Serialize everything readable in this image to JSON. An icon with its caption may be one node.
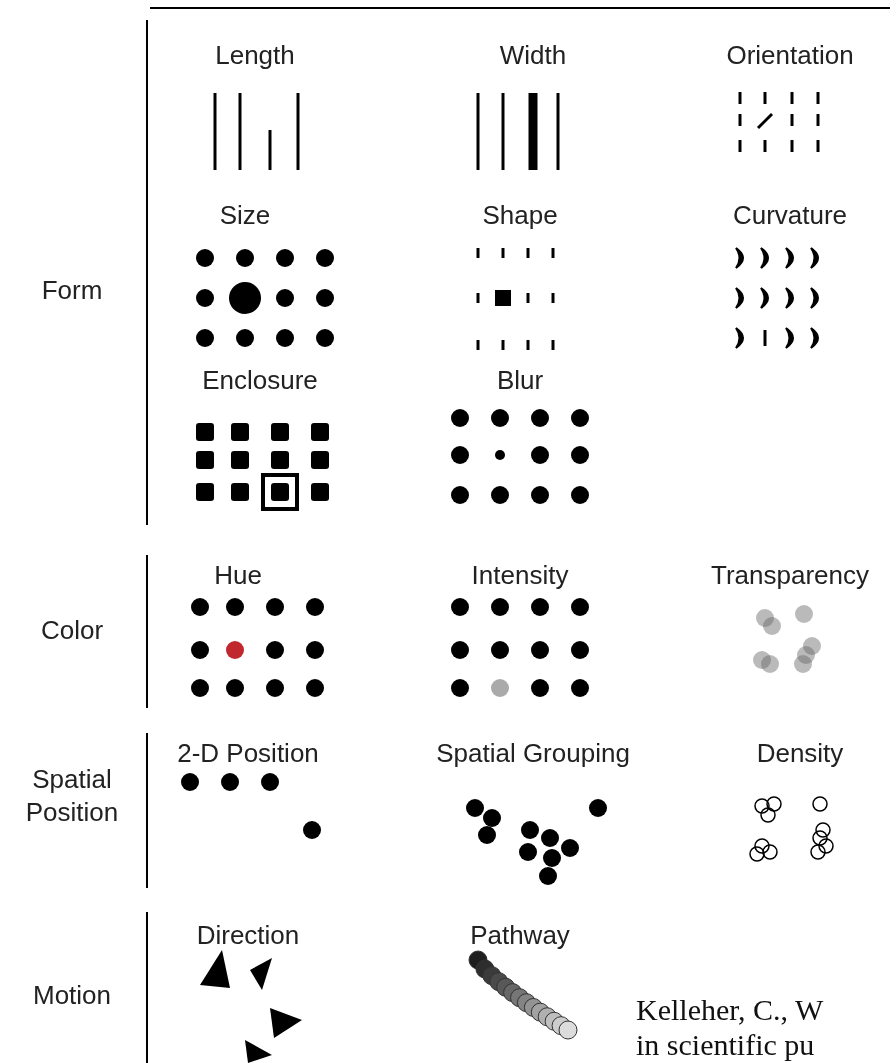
{
  "diagram": {
    "labels": [
      "Length",
      "Width",
      "Orientation",
      "Size",
      "Shape",
      "Curvature",
      "Form",
      "Enclosure",
      "Blur",
      "Hue",
      "Intensity",
      "Transparency",
      "Color",
      "Spatial Position",
      "2-D Position",
      "Spatial Grouping",
      "Density",
      "Motion",
      "Direction",
      "Pathway",
      "Kelleher, C., W in scientific pu"
    ]
  }
}
